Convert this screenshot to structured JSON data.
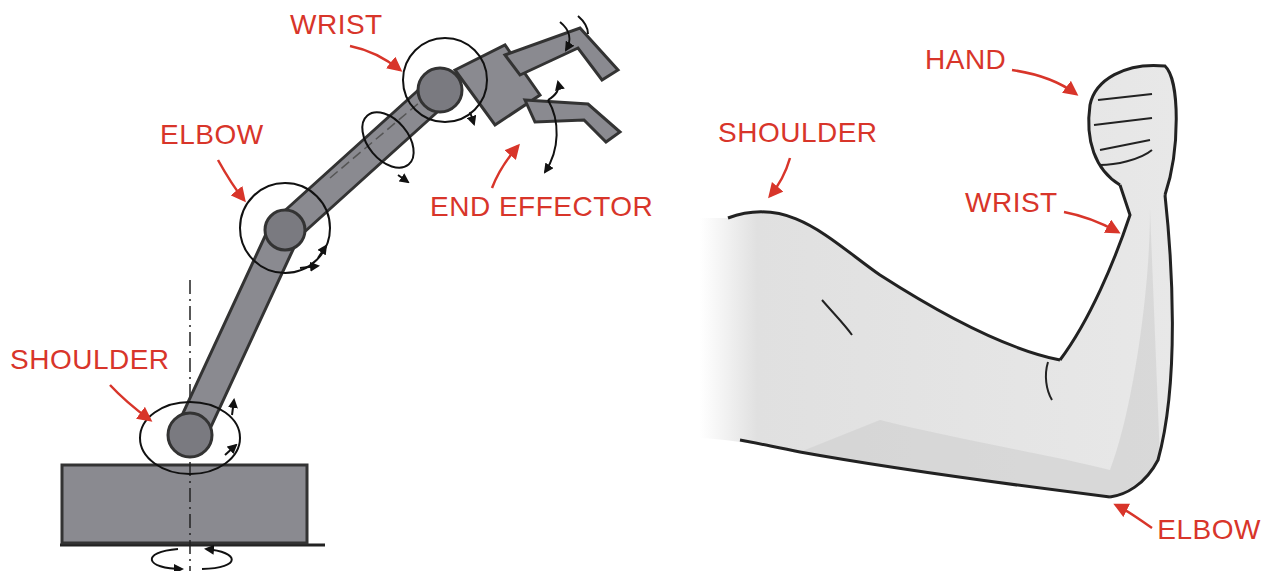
{
  "diagram": {
    "labels": [
      "WRIST",
      "HAND",
      "ELBOW",
      "SHOULDER",
      "WRIST",
      "END EFFECTOR",
      "SHOULDER",
      "ELBOW"
    ]
  }
}
